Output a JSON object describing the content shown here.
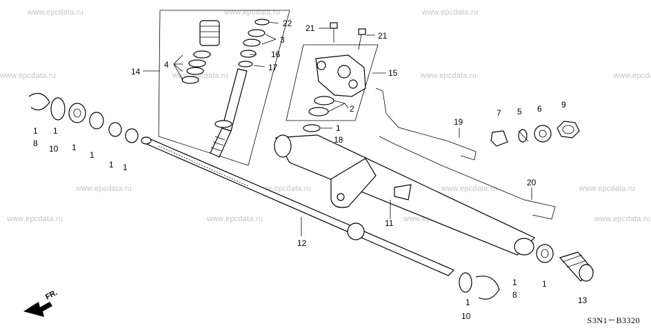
{
  "watermarks": [
    "www.epcdata.ru",
    "www.epcdata.ru",
    "www.epcdata.ru",
    "www.epcdata.ru",
    "www.epcdata.ru",
    "www.epcdata.ru",
    "www.epcdata.ru",
    "www.epcdata.ru",
    "www.epcdata.ru",
    "www.epcdata.ru",
    "www.epcdata.ru",
    "www.epcdata.ru",
    "www.epcdata.ru",
    "www.epcdata.ru",
    "www.epcdata.ru"
  ],
  "diagram_code": "S3N1－B3320",
  "front_marker": "FR.",
  "callouts": {
    "c1a": "1",
    "c1b": "1",
    "c1c": "1",
    "c1d": "1",
    "c1e": "1",
    "c1f": "1",
    "c1g": "1",
    "c1h": "1",
    "c1i": "1",
    "c2": "2",
    "c3": "3",
    "c4": "4",
    "c5": "5",
    "c6": "6",
    "c7": "7",
    "c8a": "8",
    "c8b": "8",
    "c9": "9",
    "c10a": "10",
    "c10b": "10",
    "c11": "11",
    "c12": "12",
    "c13": "13",
    "c14": "14",
    "c15": "15",
    "c16": "16",
    "c17": "17",
    "c18": "18",
    "c19": "19",
    "c20": "20",
    "c21a": "21",
    "c21b": "21",
    "c22": "22"
  }
}
